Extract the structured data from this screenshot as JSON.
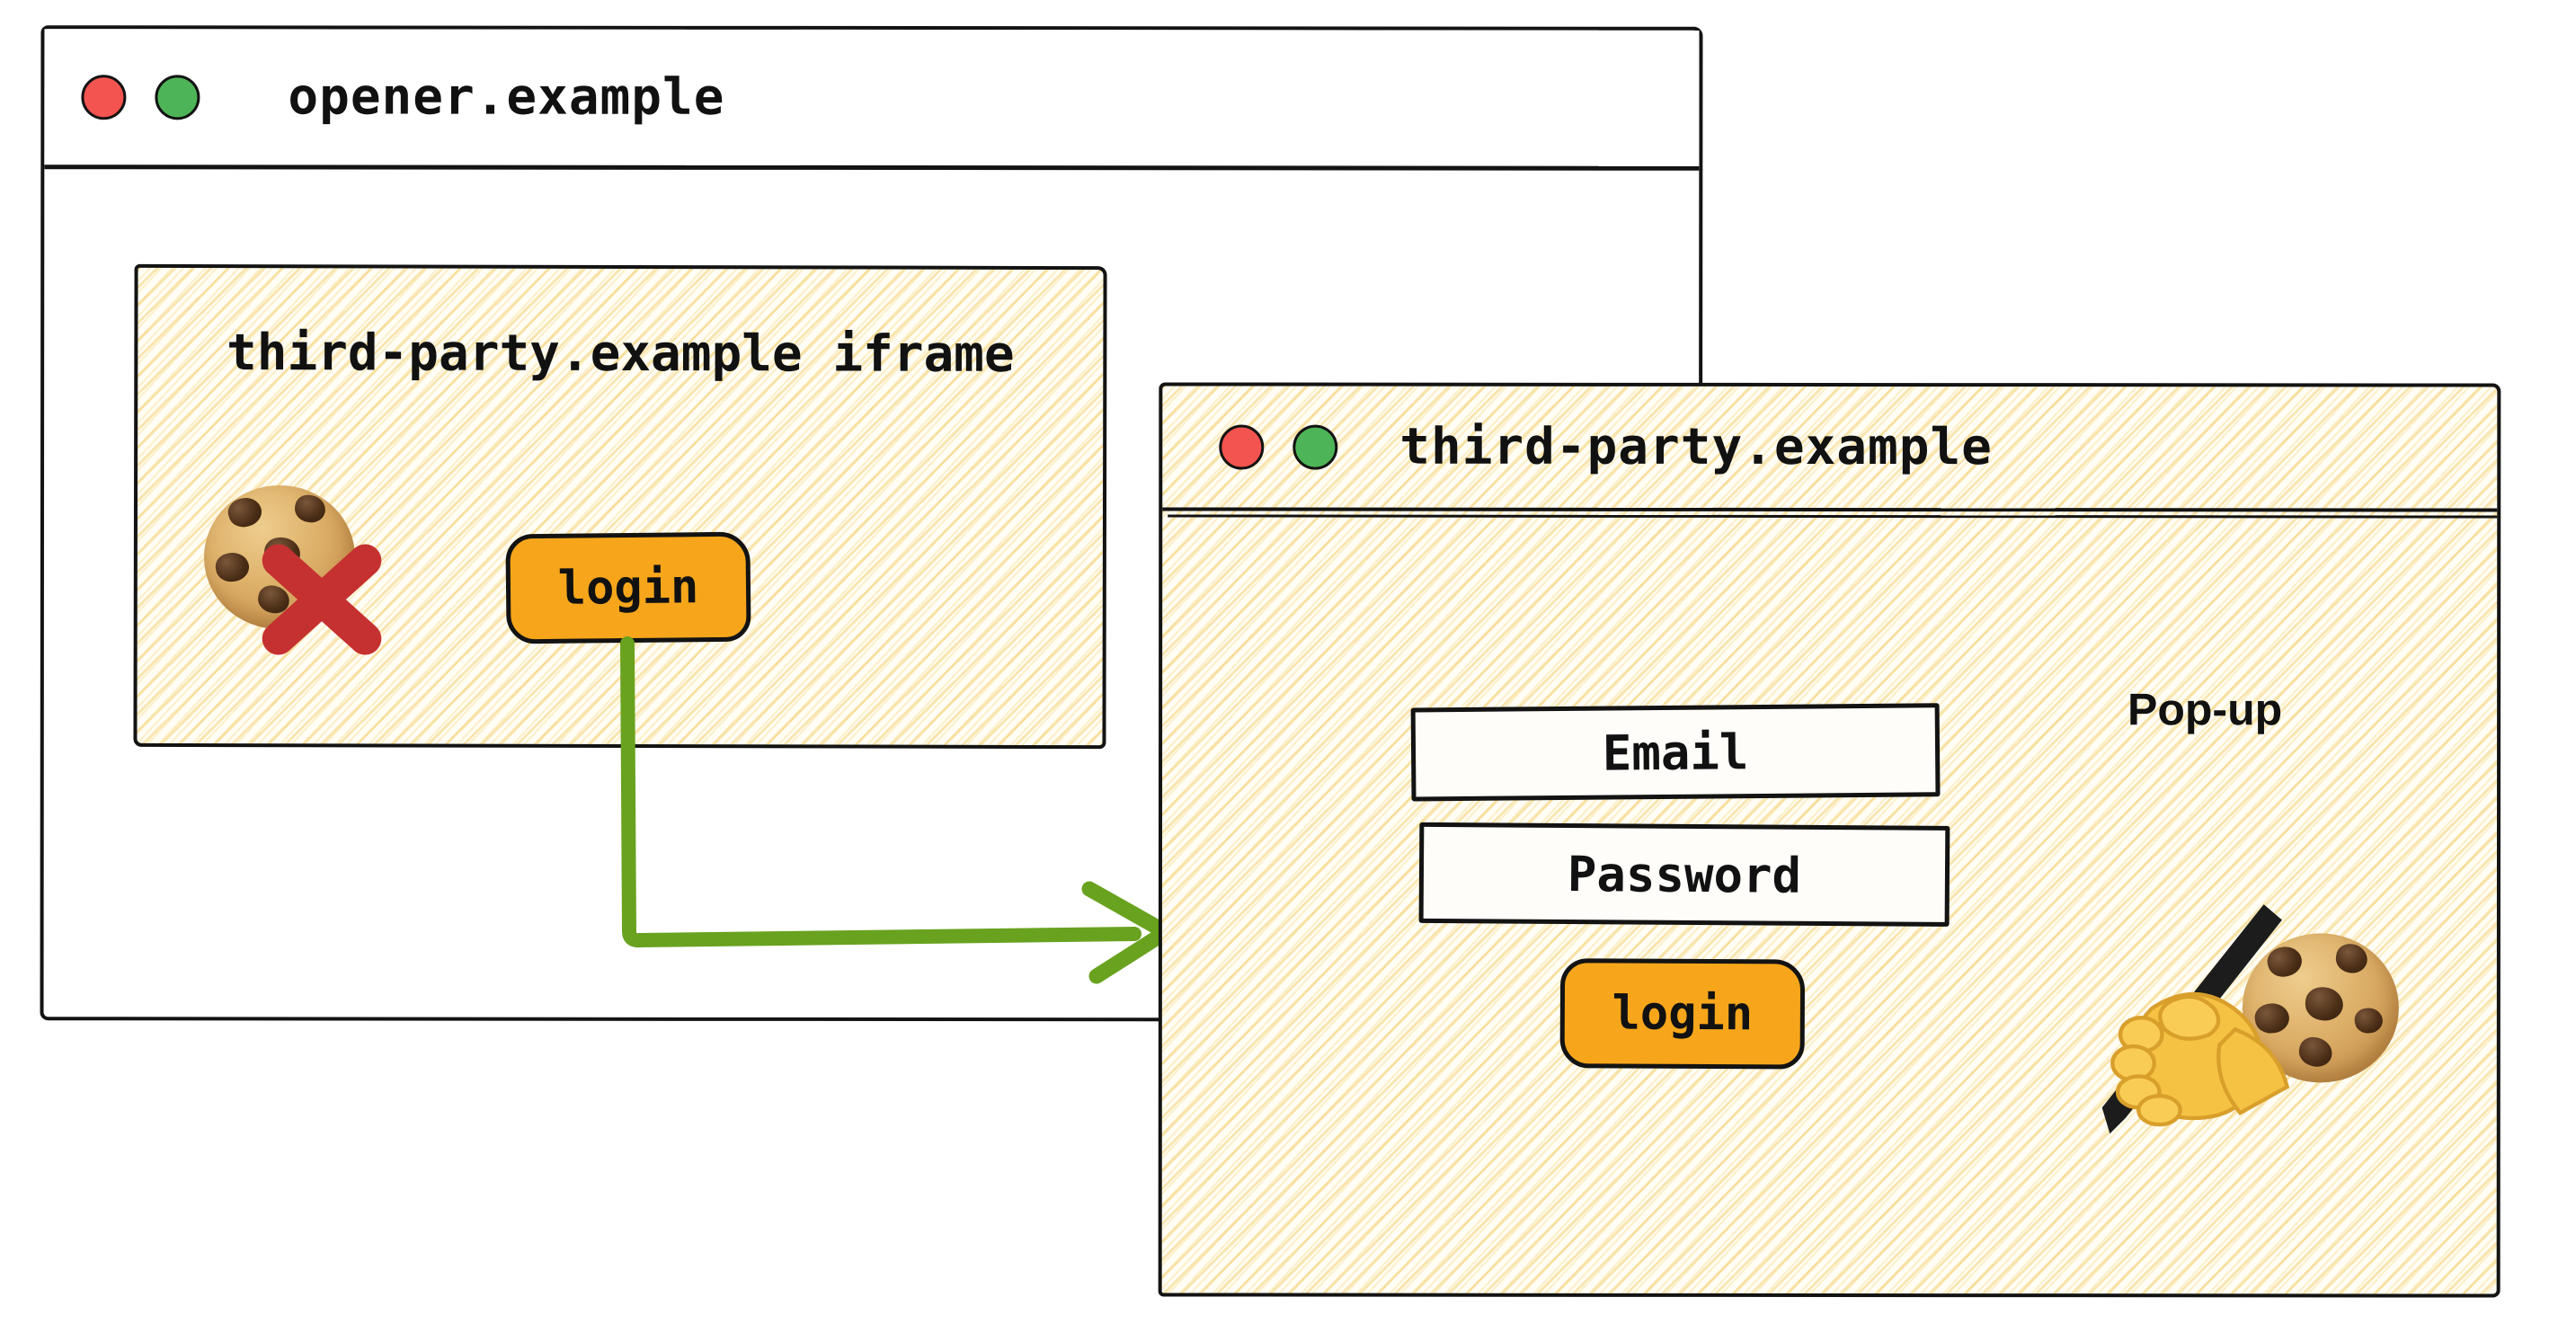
{
  "diagram": {
    "opener_window": {
      "title": "opener.example",
      "iframe": {
        "label": "third-party.example iframe",
        "login_button_label": "login"
      }
    },
    "popup_window": {
      "title": "third-party.example",
      "annotation": "Pop-up",
      "form": {
        "email_placeholder": "Email",
        "password_placeholder": "Password",
        "login_button_label": "login"
      }
    },
    "colors": {
      "button_orange": "#f7a61b",
      "arrow_green": "#69a21f",
      "blocked_cross_red": "#c53131",
      "traffic_light_red": "#f4544f",
      "traffic_light_green": "#4db557",
      "hachure_yellow": "#f3cd6c",
      "border_black": "#131313"
    }
  }
}
